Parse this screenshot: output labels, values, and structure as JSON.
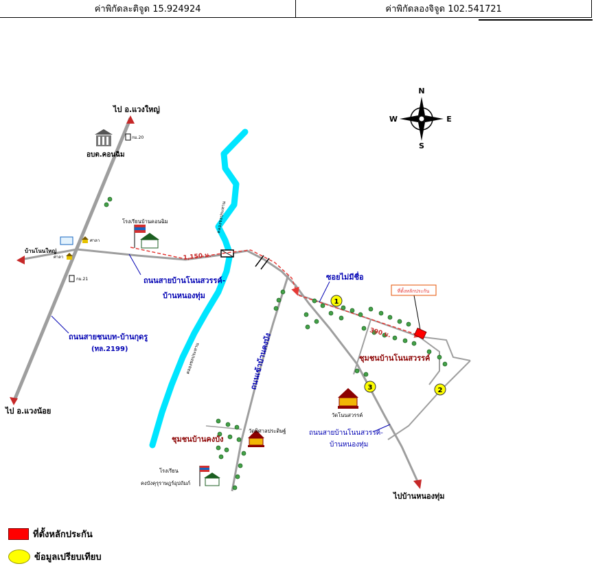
{
  "header": {
    "latitude_text": "ค่าพิกัดละติจูด 15.924924",
    "longitude_text": "ค่าพิกัดลองจิจูด 102.541721"
  },
  "compass": {
    "n": "N",
    "s": "S",
    "e": "E",
    "w": "W"
  },
  "labels": {
    "to_waeng_yai": "ไป อ.แวงใหญ่",
    "to_waeng_noi": "ไป อ.แวงน้อย",
    "to_ban_nong_thum": "ไปบ้านหนองทุ่ม",
    "sao_office": "อบต.คอนฉิม",
    "km20": "กม.20",
    "km21": "กม.21",
    "sala1": "ศาลา",
    "sala2": "ศาลา",
    "ban_non_yai": "บ้านโนนใหญ่",
    "school_khon_chim": "โรงเรียนบ้านคอนฉิม",
    "dist_1150": "1,150 ม.",
    "road_non_sawan_1": "ถนนสายบ้านโนนสวรรค์-",
    "road_non_sawan_2": "บ้านหนองทุ่ม",
    "highway_1": "ถนนสายชนบท-บ้านกุดรู",
    "highway_2": "(ทล.2199)",
    "canal_top": "คลองชลประทาน",
    "canal_bottom": "คลองชลประทาน",
    "soi_no_name": "ซอยไม่มีชื่อ",
    "site_box": "ที่ตั้งหลักประกัน",
    "dist_390": "390 ม.",
    "community_non_sawan": "ชุมชนบ้านโนนสวรรค์",
    "wat_non_sawan": "วัดโนนสวรรค์",
    "road_kong_bang": "ถนนเข้าบ้านคงบัง",
    "wat_phisan": "วัดพิศาลประดิษฐ์",
    "community_kong_bang": "ชุมชนบ้านคงบัง",
    "school_kong_bang_1": "โรงเรียน",
    "school_kong_bang_2": "คงบังคุรุราษฎร์อุปถัมภ์",
    "road_lower_1": "ถนนสายบ้านโนนสวรรค์-",
    "road_lower_2": "บ้านหนองทุ่ม",
    "marker1": "1",
    "marker2": "2",
    "marker3": "3"
  },
  "legend": {
    "collateral": "ที่ตั้งหลักประกัน",
    "comparison": "ข้อมูลเปรียบเทียบ"
  },
  "colors": {
    "river": "#00e5ff",
    "road": "#9e9e9e",
    "label_blue": "#0000b3",
    "label_red": "#8b0000",
    "route": "#e53935",
    "marker_fill": "#ffff00",
    "site_fill": "#ff0000",
    "tree": "#2e7d32"
  }
}
